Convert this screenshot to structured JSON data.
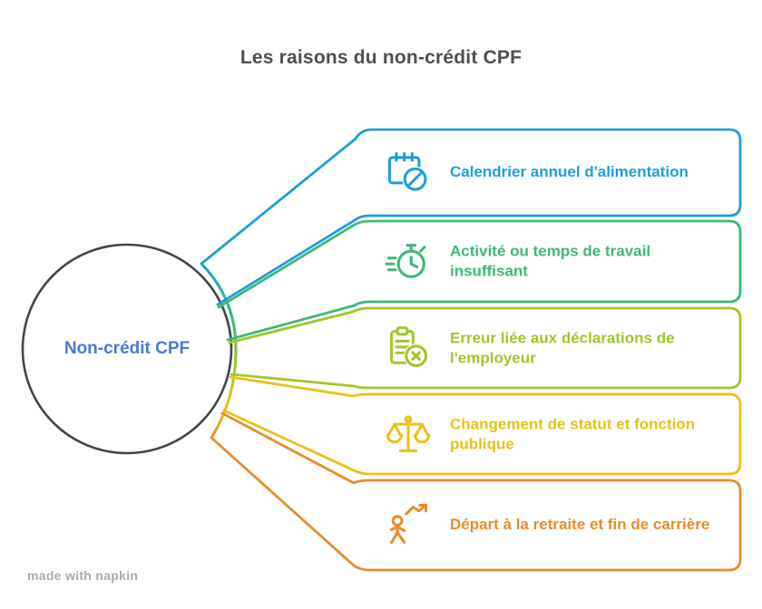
{
  "title": "Les raisons du non-crédit CPF",
  "center": {
    "label": "Non-crédit CPF",
    "text_color": "#4a79d6",
    "circle_color": "#41454e"
  },
  "branches": [
    {
      "label": "Calendrier annuel d'alimentation",
      "icon": "calendar-blocked-icon",
      "color": "#1e9ed6"
    },
    {
      "label": "Activité ou temps de travail insuffisant",
      "icon": "stopwatch-icon",
      "color": "#3cb878"
    },
    {
      "label": "Erreur liée aux déclarations de l'employeur",
      "icon": "clipboard-error-icon",
      "color": "#a2c62b"
    },
    {
      "label": "Changement de statut et fonction publique",
      "icon": "scales-icon",
      "color": "#e9c115"
    },
    {
      "label": "Départ à la retraite et fin de carrière",
      "icon": "retirement-icon",
      "color": "#e78c2e"
    }
  ],
  "watermark": "made with napkin",
  "background": "#ffffff"
}
